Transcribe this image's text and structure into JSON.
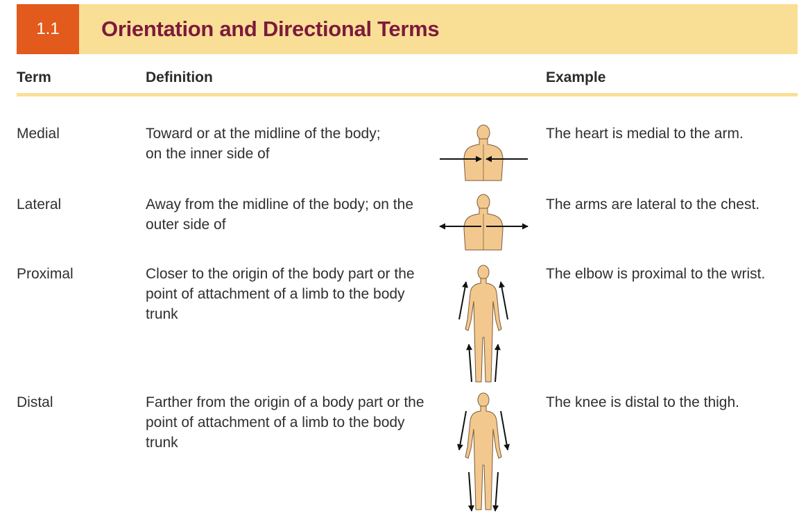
{
  "table": {
    "number": "1.1",
    "title": "Orientation and Directional Terms",
    "colors": {
      "banner": "#f9df96",
      "number_box": "#e25a1c",
      "title": "#7d1a3b",
      "skin": "#f2c88e"
    }
  },
  "columns": {
    "term": "Term",
    "definition": "Definition",
    "example": "Example"
  },
  "rows": [
    {
      "term": "Medial",
      "definition_line1": "Toward or at the midline of the body;",
      "definition_line2": "on the inner side of",
      "example": "The heart is medial to the arm.",
      "figure": "upper-body-medial-arrows-icon"
    },
    {
      "term": "Lateral",
      "definition_line1": "Away from the midline of the body; on the",
      "definition_line2": "outer side of",
      "example": "The arms are lateral to the chest.",
      "figure": "upper-body-lateral-arrows-icon"
    },
    {
      "term": "Proximal",
      "definition_line1": "Closer to the origin of the body part or the",
      "definition_line2": "point of attachment of a limb to the body",
      "definition_line3": "trunk",
      "example": "The elbow is proximal to the wrist.",
      "figure": "full-body-proximal-arrows-icon"
    },
    {
      "term": "Distal",
      "definition_line1": "Farther from the origin of a body part or the",
      "definition_line2": "point of attachment of a limb to the body",
      "definition_line3": "trunk",
      "example": "The knee is distal to the thigh.",
      "figure": "full-body-distal-arrows-icon"
    }
  ]
}
